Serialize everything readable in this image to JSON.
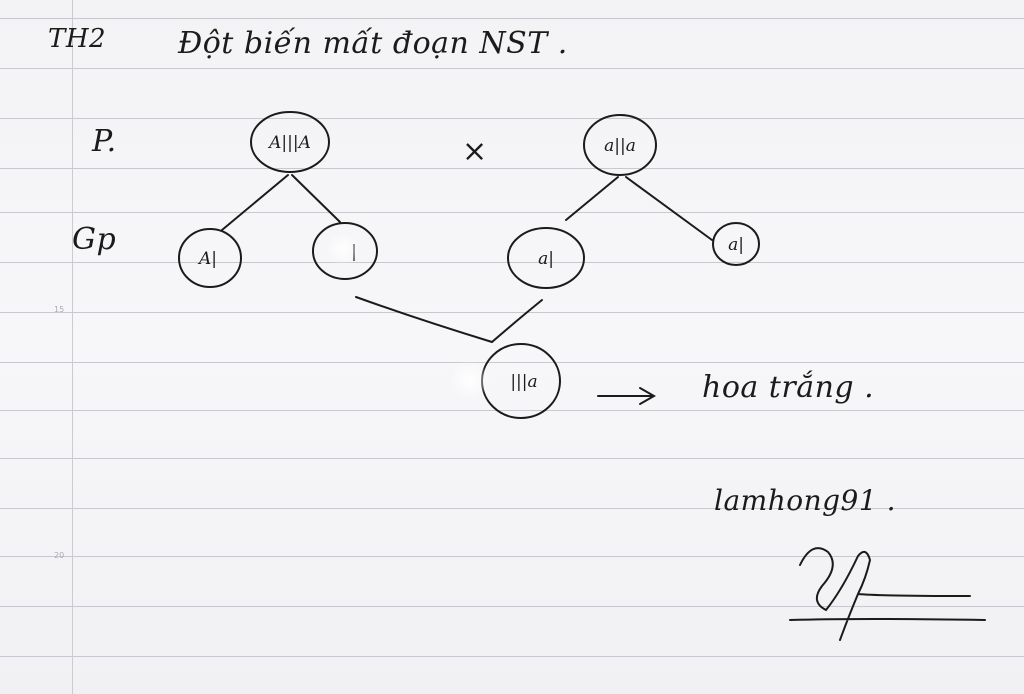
{
  "header": {
    "prefix": "TH2",
    "title": "Đột biến mất đoạn NST ."
  },
  "rows": {
    "parents_label": "P.",
    "gametes_label": "Gp"
  },
  "cross_symbol": "×",
  "parents": [
    {
      "label": "A|||A"
    },
    {
      "label": "a||a"
    }
  ],
  "gametes": [
    {
      "label": "A|"
    },
    {
      "label": "|"
    },
    {
      "label": "a|"
    },
    {
      "label": "a|"
    }
  ],
  "offspring": {
    "label": "|||a",
    "arrow": "→",
    "result": "hoa trắng ."
  },
  "margin_numbers": [
    "15",
    "20"
  ],
  "signature": {
    "name": "lamhong91 ."
  }
}
